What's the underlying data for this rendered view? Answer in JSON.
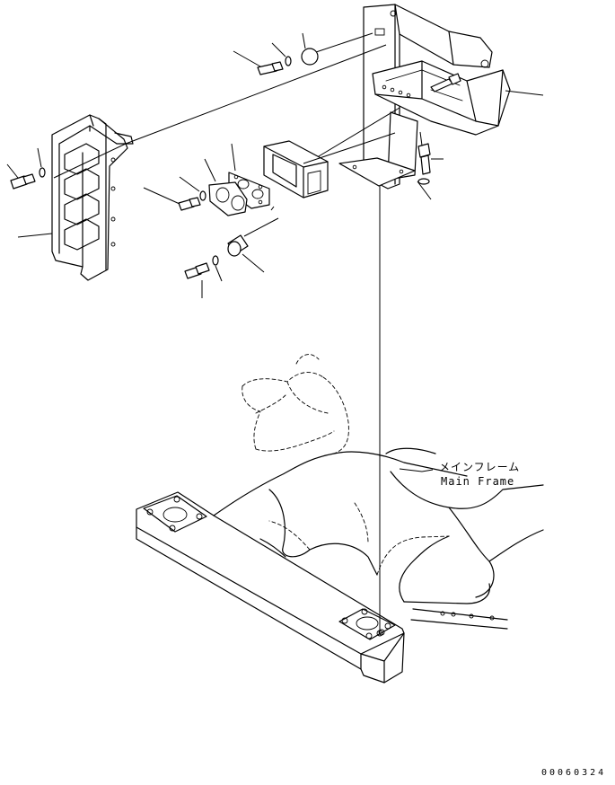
{
  "labels": {
    "main_frame_jp": "メインフレーム",
    "main_frame_en": "Main Frame",
    "drawing_number": "00060324"
  },
  "colors": {
    "line": "#000000",
    "background": "#ffffff"
  }
}
